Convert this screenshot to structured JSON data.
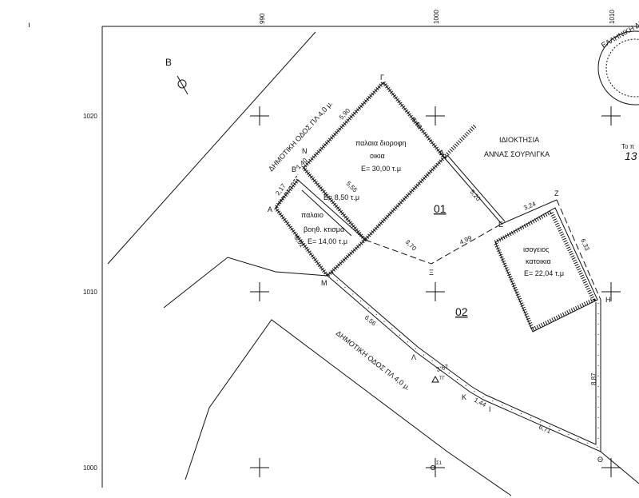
{
  "grid": {
    "x_ticks": [
      "990",
      "1000",
      "1010"
    ],
    "y_ticks": [
      "1020",
      "1010",
      "1000"
    ]
  },
  "north_label": "Β",
  "roads": {
    "upper": "ΔΗΜΟΤΙΚΗ ΟΔΟΣ ΠΛ 4,0 μ.",
    "lower": "ΔΗΜΟΤΙΚΗ ΟΔΟΣ ΠΛ 4,0 μ."
  },
  "ownership": {
    "title": "ΙΔΙΟΚΤΗΣΙΑ",
    "owner": "ΑΝΝΑΣ ΣΟΥΡΛΙΓΚΑ"
  },
  "parcels": [
    "01",
    "02"
  ],
  "buildings": [
    {
      "line1": "παλαια διοροφη",
      "line2": "οικια",
      "area": "Ε= 30,00 τ.μ"
    },
    {
      "line1": "παλαιο",
      "line2": "βοηθ. κτισμα",
      "area": "Ε= 14,00 τ.μ"
    },
    {
      "line1": "ισογειος",
      "line2": "κατοικια",
      "area": "Ε= 22,04 τ.μ"
    }
  ],
  "inner_area": "Ε= 8,50 τ.μ",
  "points": {
    "A": "Α",
    "B": "Β'",
    "N": "Ν",
    "G": "Γ",
    "D": "Δ",
    "E": "Ε",
    "Z": "Ζ",
    "H": "Η",
    "TH": "Θ",
    "I": "Ι",
    "K": "Κ",
    "L": "Λ",
    "M": "Μ",
    "X": "Ξ"
  },
  "dimensions": {
    "d1": "5,90",
    "d2": "5,61",
    "d3": "5,20",
    "d4": "3,24",
    "d5": "6,33",
    "d6": "8,87",
    "d7": "6,71",
    "d8": "1,44",
    "d9": "3,67",
    "d10": "6,56",
    "d11": "5,51",
    "d12": "2,17",
    "d13": "1,40",
    "d14": "5,55",
    "d15": "3,70",
    "d16": "4,99"
  },
  "survey_marks": {
    "trig": "ΤΓ",
    "station": "Σ1"
  },
  "margin_note": {
    "prefix": "Το π",
    "number": "13"
  },
  "stamp_text": "ΕΛΛΗΝΙΚΗ ΔΗΜ"
}
